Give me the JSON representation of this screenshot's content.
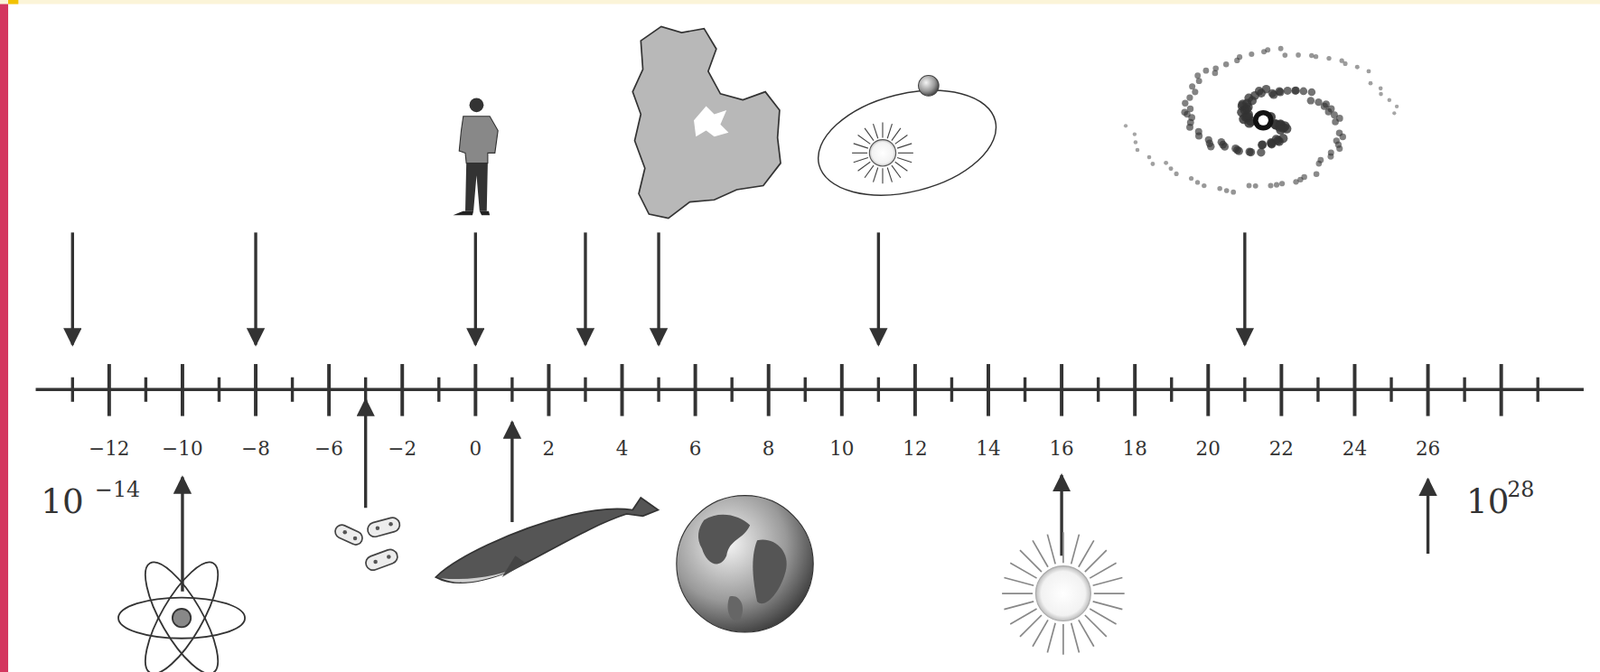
{
  "diagram": {
    "labels": [
      "−12",
      "−10",
      "−8",
      "−6",
      "−2",
      "0",
      "2",
      "4",
      "6",
      "8",
      "10",
      "12",
      "14",
      "16",
      "18",
      "20",
      "22",
      "24",
      "26",
      "10",
      "−14",
      "10",
      "28"
    ]
  }
}
